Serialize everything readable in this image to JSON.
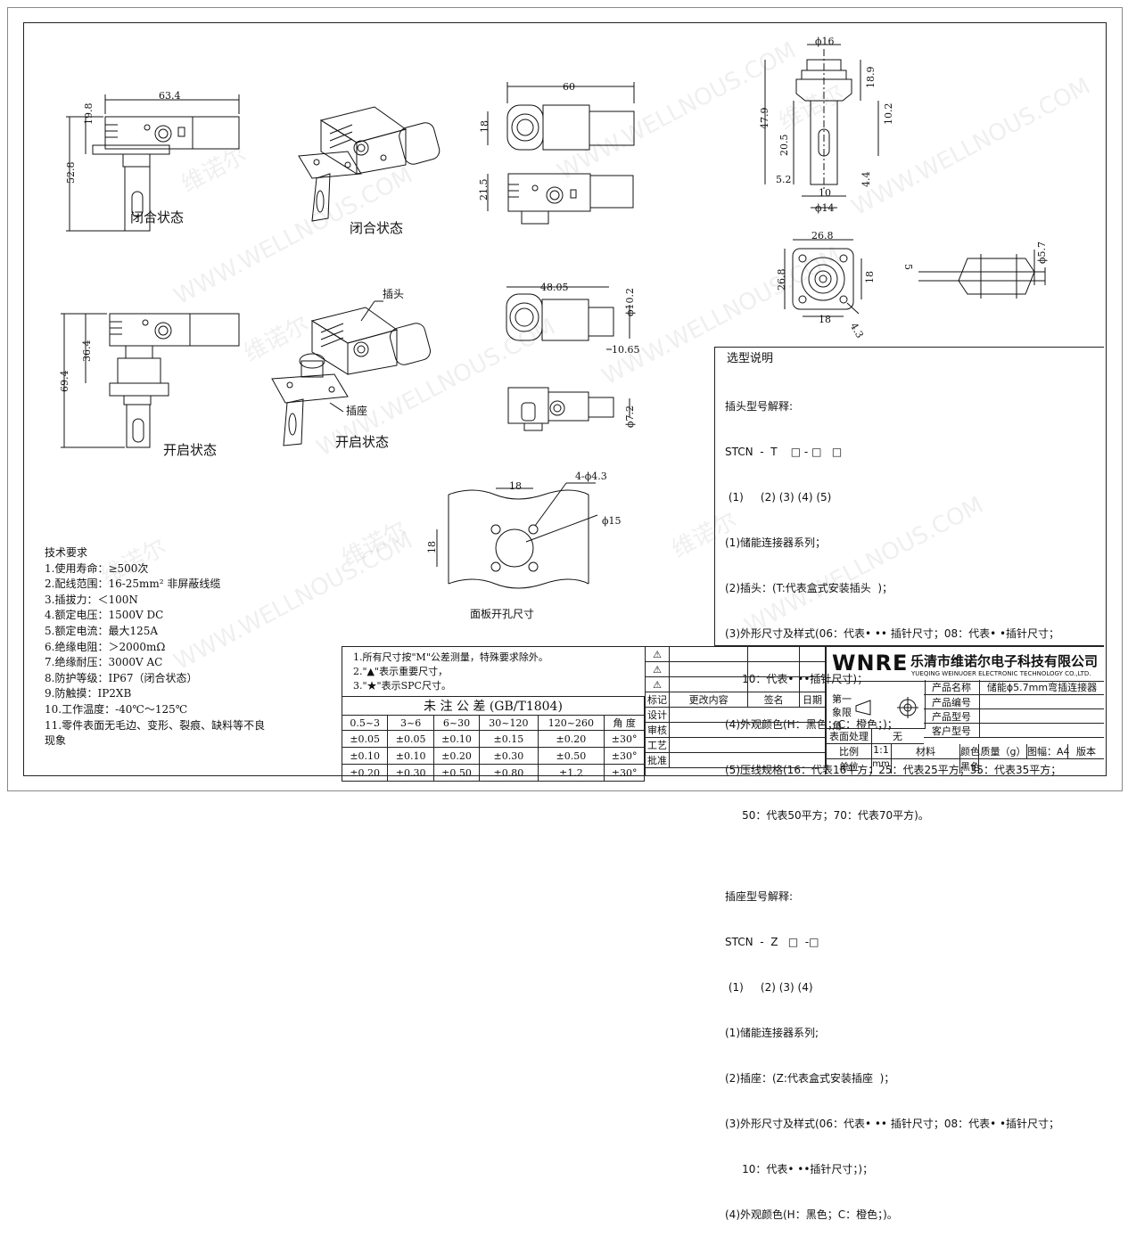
{
  "watermark": {
    "cn": "维诺尔",
    "en": "WWW.WELLNOUS.COM"
  },
  "captions": {
    "closed_1": "闭合状态",
    "closed_2": "闭合状态",
    "open_1": "开启状态",
    "open_2": "开启状态",
    "plug_label": "插头",
    "socket_label": "插座",
    "panel_cutout": "面板开孔尺寸"
  },
  "dims": {
    "d_63_4": "63.4",
    "d_19_8": "19.8",
    "d_52_8": "52.8",
    "d_60": "60",
    "d_18a": "18",
    "d_21_5": "21.5",
    "d_phi16": "ϕ16",
    "d_18_9": "18.9",
    "d_47_9": "47.9",
    "d_10_2": "10.2",
    "d_20_5": "20.5",
    "d_5_2": "5.2",
    "d_10": "10",
    "d_4_4": "4.4",
    "d_phi14": "ϕ14",
    "d_36_4": "36.4",
    "d_69_4": "69.4",
    "d_48_05": "48.05",
    "d_phi10_2": "ϕ10.2",
    "d_10_65": "10.65",
    "d_phi7_2": "ϕ7.2",
    "d_26_8a": "26.8",
    "d_26_8b": "26.8",
    "d_18b": "18",
    "d_18c": "18",
    "d_4_3": "4.3",
    "d_5": "5",
    "d_phi5_7": "ϕ5.7",
    "d_18d": "18",
    "d_18e": "18",
    "d_4phi4_3": "4-ϕ4.3",
    "d_phi15": "ϕ15"
  },
  "tech": {
    "title": "技术要求",
    "items": [
      "1.使用寿命：≥500次",
      "2.配线范围：16-25mm² 非屏蔽线缆",
      "3.插拔力：＜100N",
      "4.额定电压：1500V DC",
      "5.额定电流：最大125A",
      "6.绝缘电阻：＞2000mΩ",
      "7.绝缘耐压：3000V AC",
      "8.防护等级：IP67（闭合状态）",
      "9.防触摸：IP2XB",
      "10.工作温度：-40℃～125℃",
      "11.零件表面无毛边、变形、裂痕、缺料等不良",
      "现象"
    ]
  },
  "selection": {
    "title": "选型说明",
    "lines": [
      "插头型号解释:",
      "STCN  -  T    □ - □   □",
      " (1)     (2) (3) (4) (5)",
      "(1)储能连接器系列；",
      "(2)插头：(T:代表盒式安装插头  )；",
      "(3)外形尺寸及样式(06：代表• •• 插针尺寸；08：代表• •插针尺寸；",
      "     10：代表• ••插针尺寸)；",
      "(4)外观颜色(H：黑色；C：橙色；)；",
      "(5)压线规格(16：代表16平方；25：代表25平方；35：代表35平方；",
      "     50：代表50平方；70：代表70平方)。",
      "",
      "插座型号解释:",
      "STCN  -  Z   □  -□",
      " (1)     (2) (3) (4)",
      "(1)储能连接器系列;",
      "(2)插座：(Z:代表盒式安装插座  )；",
      "(3)外形尺寸及样式(06：代表• •• 插针尺寸；08：代表• •插针尺寸；",
      "     10：代表• ••插针尺寸；)；",
      "(4)外观颜色(H：黑色；C：橙色；)。"
    ]
  },
  "notes": [
    "1.所有尺寸按\"M\"公差测量，特殊要求除外。",
    "2.\"▲\"表示重要尺寸，",
    "3.\"★\"表示SPC尺寸。"
  ],
  "tolerance": {
    "title": "未 注 公 差  (GB/T1804)",
    "headers": [
      "0.5~3",
      "3~6",
      "6~30",
      "30~120",
      "120~260",
      "角 度"
    ],
    "rows": [
      [
        "±0.05",
        "±0.05",
        "±0.10",
        "±0.15",
        "±0.20",
        "±30°"
      ],
      [
        "±0.10",
        "±0.10",
        "±0.20",
        "±0.30",
        "±0.50",
        "±30°"
      ],
      [
        "±0.20",
        "±0.30",
        "±0.50",
        "±0.80",
        "±1.2",
        "±30°"
      ]
    ]
  },
  "revision": {
    "headers": [
      "标记",
      "更改内容",
      "签名",
      "日期"
    ],
    "roles": [
      "设计",
      "审核",
      "工艺",
      "批准"
    ]
  },
  "company": {
    "logo": "WNRE",
    "name_cn": "乐清市维诺尔电子科技有限公司",
    "name_en": "YUEQING WEINUOER ELECTRONIC TECHNOLOGY CO.,LTD."
  },
  "titleblock": {
    "first_angle": "第一象限角",
    "product_name_label": "产品名称",
    "product_name": "储能ϕ5.7mm弯插连接器",
    "product_no_label": "产品编号",
    "product_model_label": "产品型号",
    "customer_model_label": "客户型号",
    "surface_label": "表面处理",
    "surface_value": "无",
    "scale_label": "比例",
    "scale_value": "1:1",
    "material_label": "材料",
    "color_label": "颜色",
    "color_value": "黑色",
    "unit_label": "单位",
    "unit_value": "mm",
    "weight_label": "质量（g）",
    "sheet_label": "图幅：A4",
    "version_label": "版本"
  }
}
